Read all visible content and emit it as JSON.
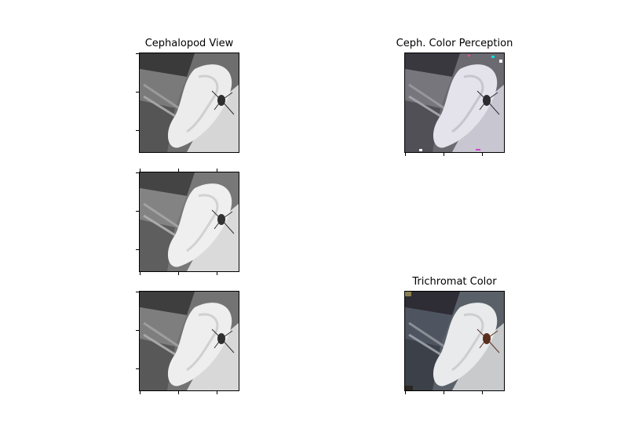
{
  "panels": {
    "cephalopod_view": {
      "title": "Cephalopod View"
    },
    "ceph_color": {
      "title": "Ceph. Color Perception"
    },
    "grayscale_middle": {
      "title": ""
    },
    "grayscale_bottom": {
      "title": ""
    },
    "trichromat": {
      "title": "Trichromat Color"
    }
  },
  "colors": {
    "background_dark_gray": "#4a4a4a",
    "fabric_white_gray": "#ececec",
    "fabric_white_tinted": "#e4e2ea",
    "backpack_color": "#3c3e46",
    "fabric_color": "#e8eaec",
    "spider_color": "#5a2e1e",
    "ceph_tint": "#d8d4e4"
  }
}
